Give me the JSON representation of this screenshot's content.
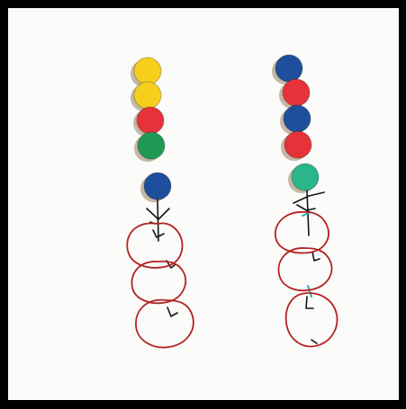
{
  "canvas": {
    "background": "#fbfbf9",
    "border_color": "#000000"
  },
  "colors": {
    "yellow": "#f5cf1c",
    "red": "#e8323a",
    "green": "#1f9a55",
    "teal": "#2ab58a",
    "blue": "#1e4f9c",
    "shadow": "#b4a089",
    "loop_stroke": "#b32323",
    "ink": "#141414",
    "cyan_mark": "#1fb8b0"
  },
  "stacks": [
    {
      "name": "left-stack",
      "beads": [
        "yellow",
        "yellow",
        "red",
        "green",
        "blue"
      ],
      "loop_count": 3
    },
    {
      "name": "right-stack",
      "beads": [
        "blue",
        "red",
        "blue",
        "red",
        "teal"
      ],
      "loop_count": 3
    }
  ]
}
